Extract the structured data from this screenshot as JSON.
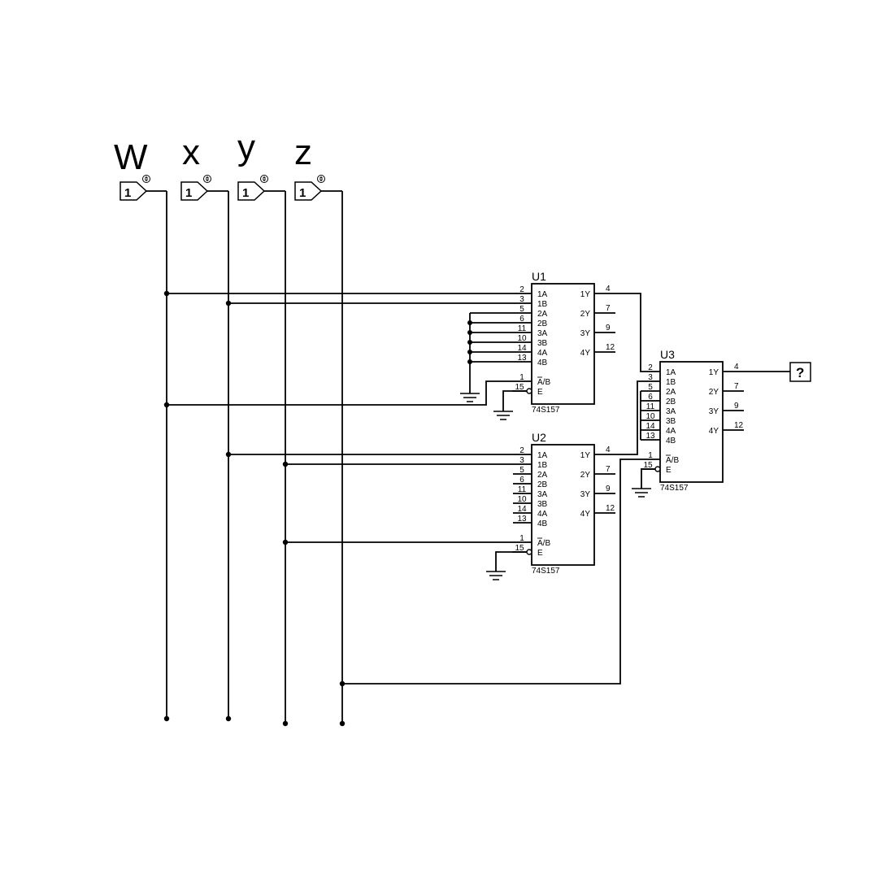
{
  "inputs": [
    {
      "name": "W",
      "value": "1"
    },
    {
      "name": "x",
      "value": "1"
    },
    {
      "name": "y",
      "value": "1"
    },
    {
      "name": "z",
      "value": "1"
    }
  ],
  "chips": [
    {
      "ref": "U1",
      "part": "74S157"
    },
    {
      "ref": "U2",
      "part": "74S157"
    },
    {
      "ref": "U3",
      "part": "74S157"
    }
  ],
  "chip_pins": {
    "left": [
      {
        "num": "2",
        "label": "1A"
      },
      {
        "num": "3",
        "label": "1B"
      },
      {
        "num": "5",
        "label": "2A"
      },
      {
        "num": "6",
        "label": "2B"
      },
      {
        "num": "11",
        "label": "3A"
      },
      {
        "num": "10",
        "label": "3B"
      },
      {
        "num": "14",
        "label": "4A"
      },
      {
        "num": "13",
        "label": "4B"
      }
    ],
    "select": {
      "num": "1",
      "label": "A/B"
    },
    "enable": {
      "num": "15",
      "label": "E"
    },
    "right": [
      {
        "num": "4",
        "label": "1Y"
      },
      {
        "num": "7",
        "label": "2Y"
      },
      {
        "num": "9",
        "label": "3Y"
      },
      {
        "num": "12",
        "label": "4Y"
      }
    ]
  },
  "output_probe": {
    "label": "?"
  }
}
